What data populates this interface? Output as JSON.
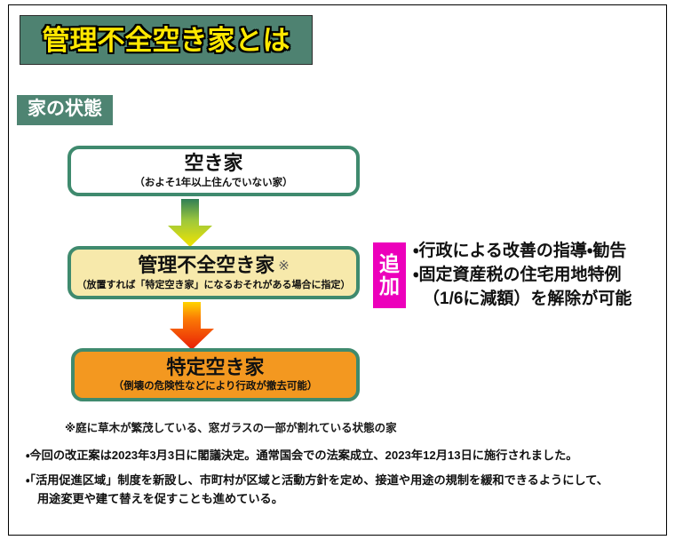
{
  "title": {
    "text": "管理不全空き家とは",
    "bg_color": "#4e8271",
    "text_color": "#ffe800"
  },
  "section_label": {
    "text": "家の状態",
    "bg_color": "#4e8472",
    "text_color": "#ffffff"
  },
  "flow": {
    "boxes": [
      {
        "title": "空き家",
        "mark": "",
        "subtitle": "（およそ1年以上住んでいない家）",
        "fill": "#ffffff",
        "border": "#3f8a6e"
      },
      {
        "title": "管理不全空き家",
        "mark": "※",
        "subtitle": "（放置すれば「特定空き家」になるおそれがある場合に指定）",
        "fill": "#f7e9ab",
        "border": "#3f8a6e"
      },
      {
        "title": "特定空き家",
        "mark": "",
        "subtitle": "（倒壊の危険性などにより行政が撤去可能）",
        "fill": "#f39820",
        "border": "#3f8a6e"
      }
    ],
    "arrows": [
      {
        "name": "green-to-yellow-down-arrow",
        "from_color": "#2f7f56",
        "to_color": "#f2e300"
      },
      {
        "name": "orange-to-red-down-arrow",
        "from_color": "#ffd400",
        "to_color": "#e81d07"
      }
    ]
  },
  "tsuika": {
    "badge_text_top": "追",
    "badge_text_bottom": "加",
    "badge_color": "#ec00bb",
    "notes": [
      "・行政による改善の指導・勧告",
      "・固定資産税の住宅用地特例",
      "（1/6に減額）を解除が可能"
    ]
  },
  "footnote": "※庭に草木が繁茂している、窓ガラスの一部が割れている状態の家",
  "bottom_notes": [
    {
      "line1": "・今回の改正案は2023年3月3日に閣議決定。通常国会での法案成立、2023年12月13日に施行されました。",
      "line2": ""
    },
    {
      "line1": "・「活用促進区域」制度を新設し、市町村が区域と活動方針を定め、接道や用途の規制を緩和できるようにして、",
      "line2": "用途変更や建て替えを促すことも進めている。"
    }
  ]
}
